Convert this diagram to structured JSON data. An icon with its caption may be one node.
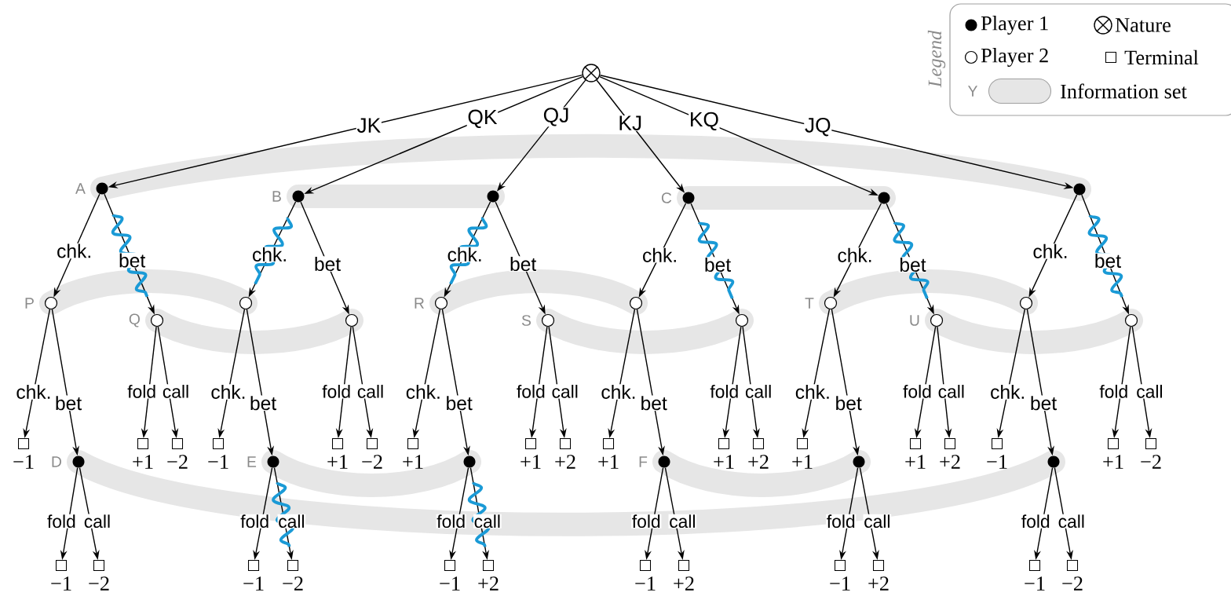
{
  "diagram": {
    "nodes": [
      {
        "text": [],
        "shape": "crossed-circle"
      },
      {
        "text": [],
        "shape": "dot"
      },
      {
        "text": [],
        "shape": "dot"
      },
      {
        "text": [],
        "shape": "dot"
      },
      {
        "text": [],
        "shape": "dot"
      },
      {
        "text": [],
        "shape": "dot"
      },
      {
        "text": [],
        "shape": "dot"
      },
      {
        "text": [],
        "shape": "circle"
      },
      {
        "text": [],
        "shape": "circle"
      },
      {
        "text": [],
        "shape": "circle"
      },
      {
        "text": [],
        "shape": "circle"
      },
      {
        "text": [],
        "shape": "circle"
      },
      {
        "text": [],
        "shape": "circle"
      },
      {
        "text": [],
        "shape": "circle"
      },
      {
        "text": [],
        "shape": "circle"
      },
      {
        "text": [],
        "shape": "circle"
      },
      {
        "text": [],
        "shape": "circle"
      },
      {
        "text": [],
        "shape": "circle"
      },
      {
        "text": [],
        "shape": "circle"
      },
      {
        "text": [],
        "shape": "box",
        "beside": [
          "−1"
        ]
      },
      {
        "text": [],
        "shape": "dot"
      },
      {
        "text": [],
        "shape": "box",
        "beside": [
          "+1"
        ]
      },
      {
        "text": [],
        "shape": "box",
        "beside": [
          "−2"
        ]
      },
      {
        "text": [],
        "shape": "box",
        "beside": [
          "−1"
        ]
      },
      {
        "text": [],
        "shape": "dot"
      },
      {
        "text": [],
        "shape": "box",
        "beside": [
          "+1"
        ]
      },
      {
        "text": [],
        "shape": "box",
        "beside": [
          "−2"
        ]
      },
      {
        "text": [],
        "shape": "box",
        "beside": [
          "+1"
        ]
      },
      {
        "text": [],
        "shape": "dot"
      },
      {
        "text": [],
        "shape": "box",
        "beside": [
          "+1"
        ]
      },
      {
        "text": [],
        "shape": "box",
        "beside": [
          "+2"
        ]
      },
      {
        "text": [],
        "shape": "box",
        "beside": [
          "+1"
        ]
      },
      {
        "text": [],
        "shape": "dot"
      },
      {
        "text": [],
        "shape": "box",
        "beside": [
          "+1"
        ]
      },
      {
        "text": [],
        "shape": "box",
        "beside": [
          "+2"
        ]
      },
      {
        "text": [],
        "shape": "box",
        "beside": [
          "+1"
        ]
      },
      {
        "text": [],
        "shape": "dot"
      },
      {
        "text": [],
        "shape": "box",
        "beside": [
          "+1"
        ]
      },
      {
        "text": [],
        "shape": "box",
        "beside": [
          "+2"
        ]
      },
      {
        "text": [],
        "shape": "box",
        "beside": [
          "−1"
        ]
      },
      {
        "text": [],
        "shape": "dot"
      },
      {
        "text": [],
        "shape": "box",
        "beside": [
          "+1"
        ]
      },
      {
        "text": [],
        "shape": "box",
        "beside": [
          "−2"
        ]
      },
      {
        "text": [],
        "shape": "box",
        "beside": [
          "−1"
        ]
      },
      {
        "text": [],
        "shape": "box",
        "beside": [
          "−2"
        ]
      },
      {
        "text": [],
        "shape": "box",
        "beside": [
          "−1"
        ]
      },
      {
        "text": [],
        "shape": "box",
        "beside": [
          "−2"
        ]
      },
      {
        "text": [],
        "shape": "box",
        "beside": [
          "−1"
        ]
      },
      {
        "text": [],
        "shape": "box",
        "beside": [
          "+2"
        ]
      },
      {
        "text": [],
        "shape": "box",
        "beside": [
          "−1"
        ]
      },
      {
        "text": [],
        "shape": "box",
        "beside": [
          "+2"
        ]
      },
      {
        "text": [],
        "shape": "box",
        "beside": [
          "−1"
        ]
      },
      {
        "text": [],
        "shape": "box",
        "beside": [
          "+2"
        ]
      },
      {
        "text": [],
        "shape": "box",
        "beside": [
          "−1"
        ]
      },
      {
        "text": [],
        "shape": "box",
        "beside": [
          "−2"
        ]
      }
    ],
    "edges": [
      {
        "from": 0,
        "to": 1,
        "arrow": "to",
        "label": "JK"
      },
      {
        "from": 0,
        "to": 2,
        "arrow": "to",
        "label": "QK"
      },
      {
        "from": 0,
        "to": 3,
        "arrow": "to",
        "label": "QJ"
      },
      {
        "from": 0,
        "to": 4,
        "arrow": "to",
        "label": "KJ"
      },
      {
        "from": 0,
        "to": 5,
        "arrow": "to",
        "label": "KQ"
      },
      {
        "from": 0,
        "to": 6,
        "arrow": "to",
        "label": "JQ"
      },
      {
        "from": 1,
        "to": 7,
        "arrow": "to",
        "label": "chk."
      },
      {
        "from": 1,
        "to": 8,
        "arrow": "to",
        "label": "bet"
      },
      {
        "from": 2,
        "to": 9,
        "arrow": "to",
        "label": "chk."
      },
      {
        "from": 2,
        "to": 10,
        "arrow": "to",
        "label": "bet"
      },
      {
        "from": 3,
        "to": 11,
        "arrow": "to",
        "label": "chk."
      },
      {
        "from": 3,
        "to": 12,
        "arrow": "to",
        "label": "bet"
      },
      {
        "from": 4,
        "to": 13,
        "arrow": "to",
        "label": "chk."
      },
      {
        "from": 4,
        "to": 14,
        "arrow": "to",
        "label": "bet"
      },
      {
        "from": 5,
        "to": 15,
        "arrow": "to",
        "label": "chk."
      },
      {
        "from": 5,
        "to": 16,
        "arrow": "to",
        "label": "bet"
      },
      {
        "from": 6,
        "to": 17,
        "arrow": "to",
        "label": "chk."
      },
      {
        "from": 6,
        "to": 18,
        "arrow": "to",
        "label": "bet"
      },
      {
        "from": 7,
        "to": 19,
        "arrow": "to",
        "label": "chk."
      },
      {
        "from": 7,
        "to": 20,
        "arrow": "to",
        "label": "bet"
      },
      {
        "from": 9,
        "to": 23,
        "arrow": "to",
        "label": "chk."
      },
      {
        "from": 9,
        "to": 24,
        "arrow": "to",
        "label": "bet"
      },
      {
        "from": 11,
        "to": 27,
        "arrow": "to",
        "label": "chk."
      },
      {
        "from": 11,
        "to": 28,
        "arrow": "to",
        "label": "bet"
      },
      {
        "from": 13,
        "to": 31,
        "arrow": "to",
        "label": "chk."
      },
      {
        "from": 13,
        "to": 32,
        "arrow": "to",
        "label": "bet"
      },
      {
        "from": 15,
        "to": 35,
        "arrow": "to",
        "label": "chk."
      },
      {
        "from": 15,
        "to": 36,
        "arrow": "to",
        "label": "bet"
      },
      {
        "from": 17,
        "to": 39,
        "arrow": "to",
        "label": "chk."
      },
      {
        "from": 17,
        "to": 40,
        "arrow": "to",
        "label": "bet"
      },
      {
        "from": 8,
        "to": 21,
        "arrow": "to",
        "label": "fold"
      },
      {
        "from": 8,
        "to": 22,
        "arrow": "to",
        "label": "call"
      },
      {
        "from": 10,
        "to": 25,
        "arrow": "to",
        "label": "fold"
      },
      {
        "from": 10,
        "to": 26,
        "arrow": "to",
        "label": "call"
      },
      {
        "from": 12,
        "to": 29,
        "arrow": "to",
        "label": "fold"
      },
      {
        "from": 12,
        "to": 30,
        "arrow": "to",
        "label": "call"
      },
      {
        "from": 14,
        "to": 33,
        "arrow": "to",
        "label": "fold"
      },
      {
        "from": 14,
        "to": 34,
        "arrow": "to",
        "label": "call"
      },
      {
        "from": 16,
        "to": 37,
        "arrow": "to",
        "label": "fold"
      },
      {
        "from": 16,
        "to": 38,
        "arrow": "to",
        "label": "call"
      },
      {
        "from": 18,
        "to": 41,
        "arrow": "to",
        "label": "fold"
      },
      {
        "from": 18,
        "to": 42,
        "arrow": "to",
        "label": "call"
      },
      {
        "from": 20,
        "to": 43,
        "arrow": "to",
        "label": "fold"
      },
      {
        "from": 20,
        "to": 44,
        "arrow": "to",
        "label": "call"
      },
      {
        "from": 24,
        "to": 45,
        "arrow": "to",
        "label": "fold"
      },
      {
        "from": 24,
        "to": 46,
        "arrow": "to",
        "label": "call"
      },
      {
        "from": 28,
        "to": 47,
        "arrow": "to",
        "label": "fold"
      },
      {
        "from": 28,
        "to": 48,
        "arrow": "to",
        "label": "call"
      },
      {
        "from": 32,
        "to": 49,
        "arrow": "to",
        "label": "fold"
      },
      {
        "from": 32,
        "to": 50,
        "arrow": "to",
        "label": "call"
      },
      {
        "from": 36,
        "to": 51,
        "arrow": "to",
        "label": "fold"
      },
      {
        "from": 36,
        "to": 52,
        "arrow": "to",
        "label": "call"
      },
      {
        "from": 40,
        "to": 53,
        "arrow": "to",
        "label": "fold"
      },
      {
        "from": 40,
        "to": 54,
        "arrow": "to",
        "label": "call"
      },
      {
        "from": 1,
        "to": 6,
        "arrow": "none",
        "style": "thick",
        "color": "#e6e6e6"
      },
      {
        "from": 2,
        "to": 3,
        "arrow": "none",
        "style": "thick",
        "color": "#e6e6e6"
      },
      {
        "from": 4,
        "to": 5,
        "arrow": "none",
        "style": "thick",
        "color": "#e6e6e6"
      },
      {
        "from": 7,
        "to": 9,
        "arrow": "none",
        "style": "thick",
        "color": "#e6e6e6"
      },
      {
        "from": 8,
        "to": 10,
        "arrow": "none",
        "style": "thick",
        "color": "#e6e6e6"
      },
      {
        "from": 11,
        "to": 13,
        "arrow": "none",
        "style": "thick",
        "color": "#e6e6e6"
      },
      {
        "from": 12,
        "to": 14,
        "arrow": "none",
        "style": "thick",
        "color": "#e6e6e6"
      },
      {
        "from": 15,
        "to": 17,
        "arrow": "none",
        "style": "thick",
        "color": "#e6e6e6"
      },
      {
        "from": 16,
        "to": 18,
        "arrow": "none",
        "style": "thick",
        "color": "#e6e6e6"
      },
      {
        "from": 20,
        "to": 40,
        "arrow": "none",
        "style": "thick",
        "color": "#e6e6e6"
      },
      {
        "from": 24,
        "to": 28,
        "arrow": "none",
        "style": "thick",
        "color": "#e6e6e6"
      },
      {
        "from": 32,
        "to": 36,
        "arrow": "none",
        "style": "thick",
        "color": "#e6e6e6"
      }
    ],
    "labels": [
      "Legend",
      "Y",
      "A",
      "B",
      "C",
      "P",
      "Q",
      "R",
      "S",
      "T",
      "U",
      "D",
      "E",
      "F"
    ],
    "legend": [
      {
        "text": "Player 1"
      },
      {
        "text": "Nature"
      },
      {
        "text": "Player 2"
      },
      {
        "text": "Terminal"
      },
      {
        "text": "Information set"
      }
    ]
  }
}
